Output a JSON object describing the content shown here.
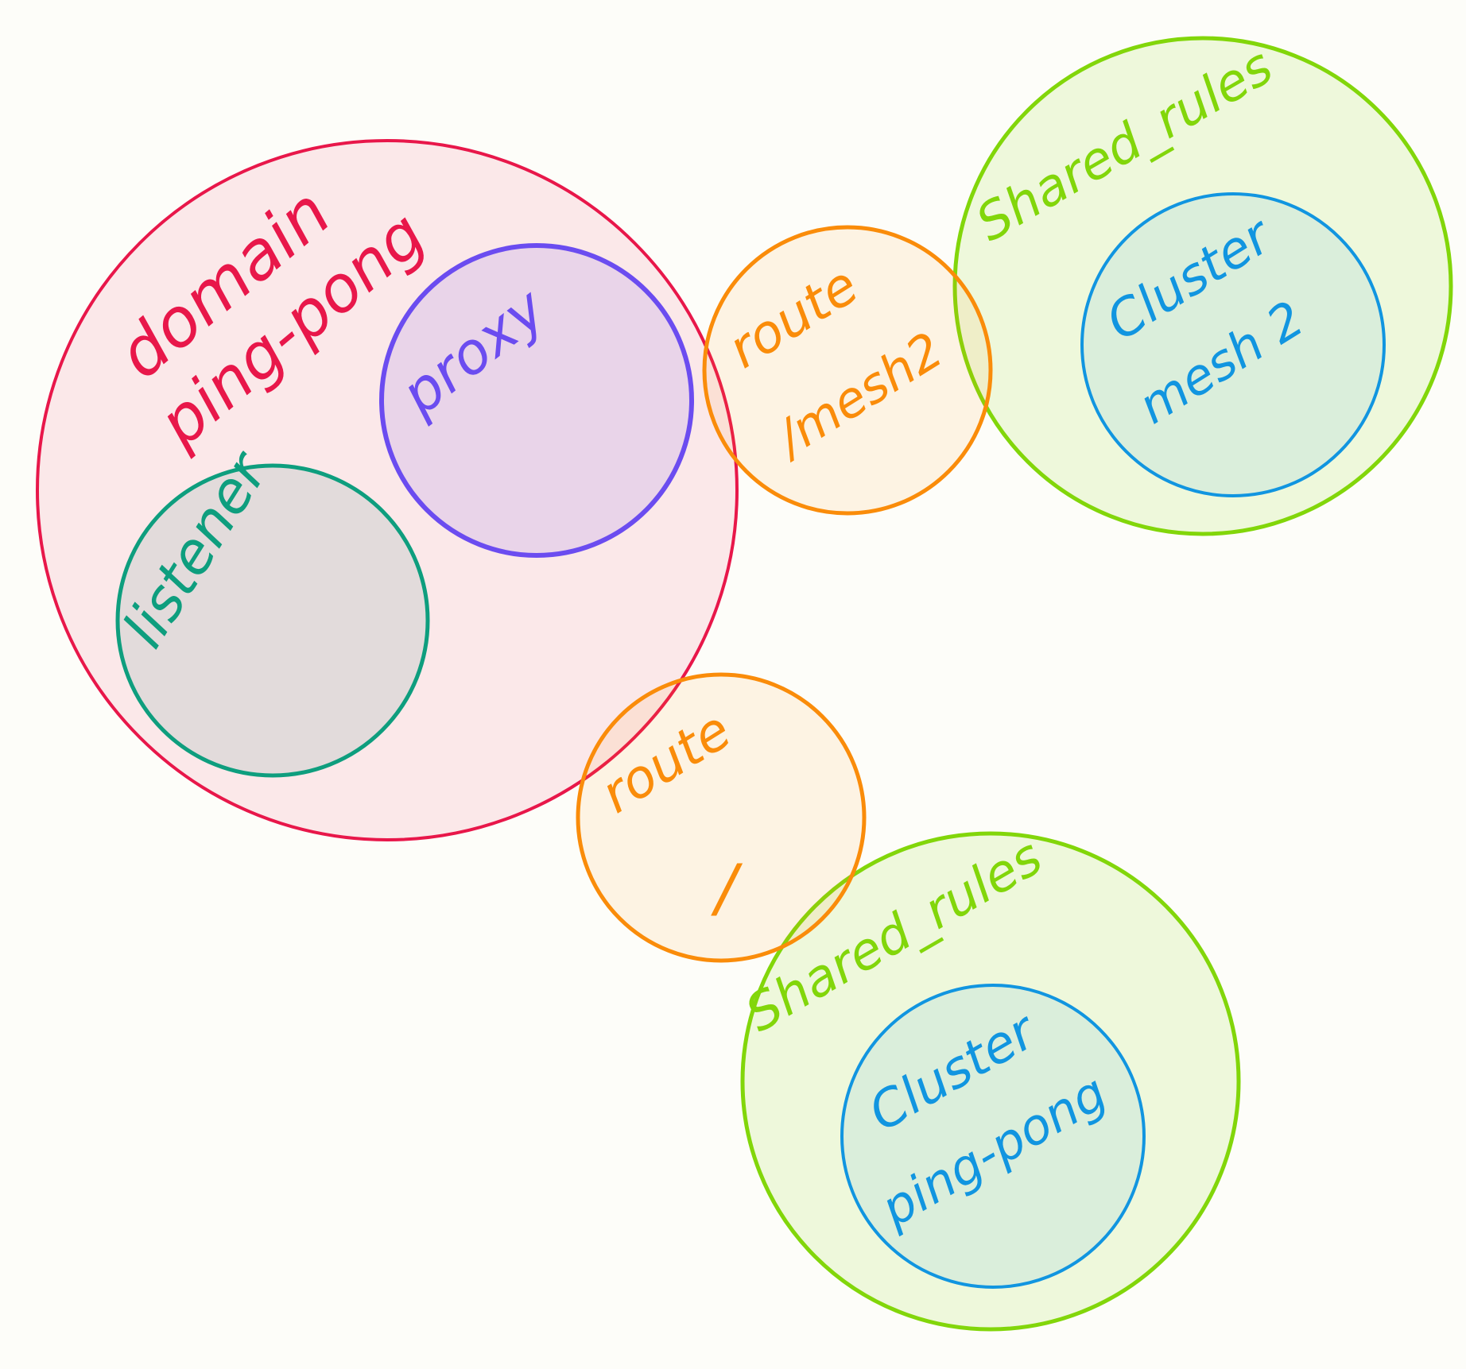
{
  "colors": {
    "background": "#fdfdf9",
    "domain": "#e8174a",
    "proxy": "#6b4cf0",
    "listener": "#0e9e7e",
    "route": "#fa8c0a",
    "shared_rules": "#82d60a",
    "cluster": "#1195e0"
  },
  "nodes": [
    {
      "id": "domain",
      "lines": [
        "domain",
        "ping-pong"
      ],
      "color_key": "domain"
    },
    {
      "id": "proxy",
      "lines": [
        "proxy"
      ],
      "color_key": "proxy"
    },
    {
      "id": "listener",
      "lines": [
        "listener"
      ],
      "color_key": "listener"
    },
    {
      "id": "route-mesh2",
      "lines": [
        "route",
        "/mesh2"
      ],
      "color_key": "route"
    },
    {
      "id": "route-root",
      "lines": [
        "route",
        "/"
      ],
      "color_key": "route"
    },
    {
      "id": "shared-rules-a",
      "lines": [
        "Shared_rules"
      ],
      "color_key": "shared_rules"
    },
    {
      "id": "cluster-mesh2",
      "lines": [
        "Cluster",
        "mesh 2"
      ],
      "color_key": "cluster"
    },
    {
      "id": "shared-rules-b",
      "lines": [
        "Shared_rules"
      ],
      "color_key": "shared_rules"
    },
    {
      "id": "cluster-pingpong",
      "lines": [
        "Cluster",
        "ping-pong"
      ],
      "color_key": "cluster"
    }
  ]
}
